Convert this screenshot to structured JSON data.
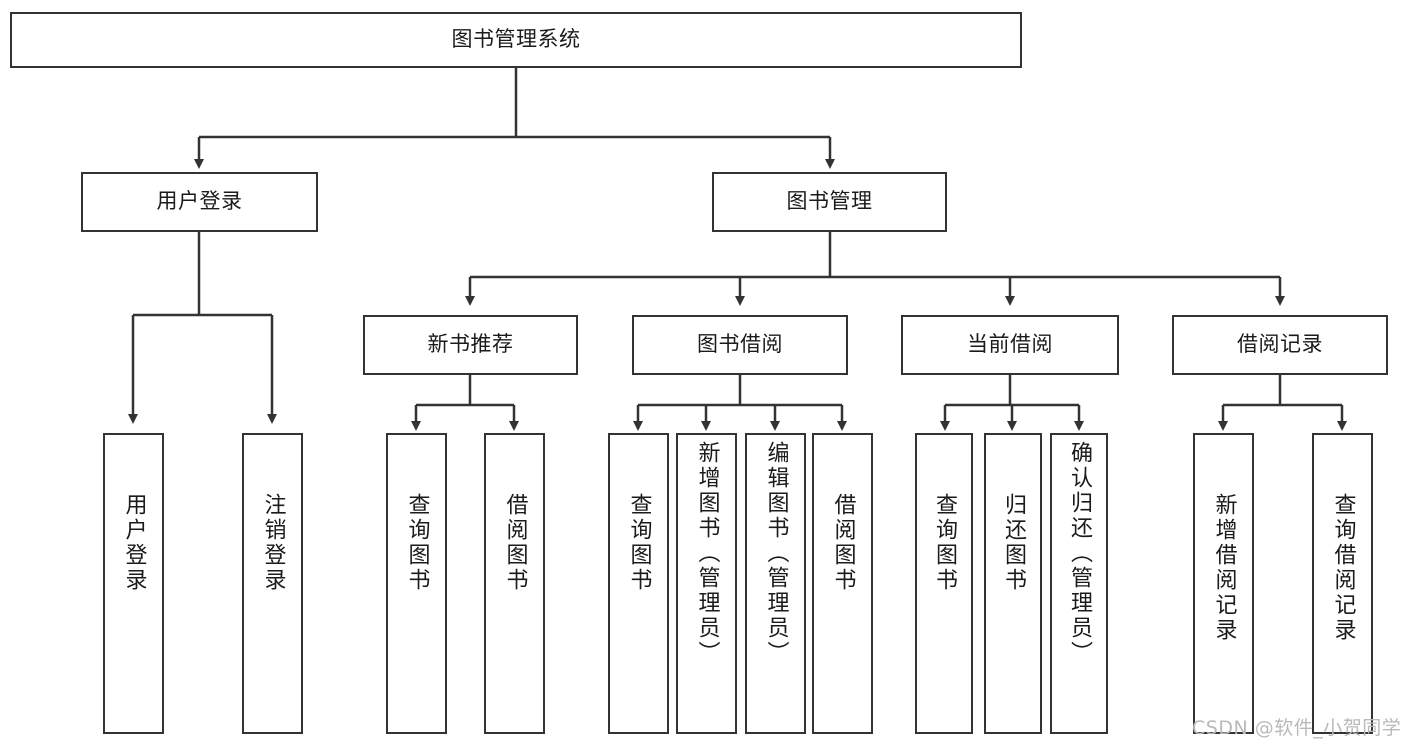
{
  "diagram": {
    "title": "图书管理系统",
    "type": "hierarchy-tree",
    "watermark": "CSDN @软件_小贺同学",
    "colors": {
      "stroke": "#333333",
      "fill": "#ffffff",
      "text": "#1b1b1b",
      "watermark": "#b9b9b9"
    },
    "root": {
      "label": "图书管理系统"
    },
    "level2": [
      {
        "label": "用户登录"
      },
      {
        "label": "图书管理"
      }
    ],
    "level3": [
      {
        "label": "新书推荐"
      },
      {
        "label": "图书借阅"
      },
      {
        "label": "当前借阅"
      },
      {
        "label": "借阅记录"
      }
    ],
    "leaves": {
      "user_login": [
        {
          "label": "用户登录"
        },
        {
          "label": "注销登录"
        }
      ],
      "new_book": [
        {
          "label": "查询图书"
        },
        {
          "label": "借阅图书"
        }
      ],
      "book_borrow": [
        {
          "label": "查询图书"
        },
        {
          "label": "新增图书（管理员）"
        },
        {
          "label": "编辑图书（管理员）"
        },
        {
          "label": "借阅图书"
        }
      ],
      "current_borrow": [
        {
          "label": "查询图书"
        },
        {
          "label": "归还图书"
        },
        {
          "label": "确认归还（管理员）"
        }
      ],
      "borrow_record": [
        {
          "label": "新增借阅记录"
        },
        {
          "label": "查询借阅记录"
        }
      ]
    }
  }
}
